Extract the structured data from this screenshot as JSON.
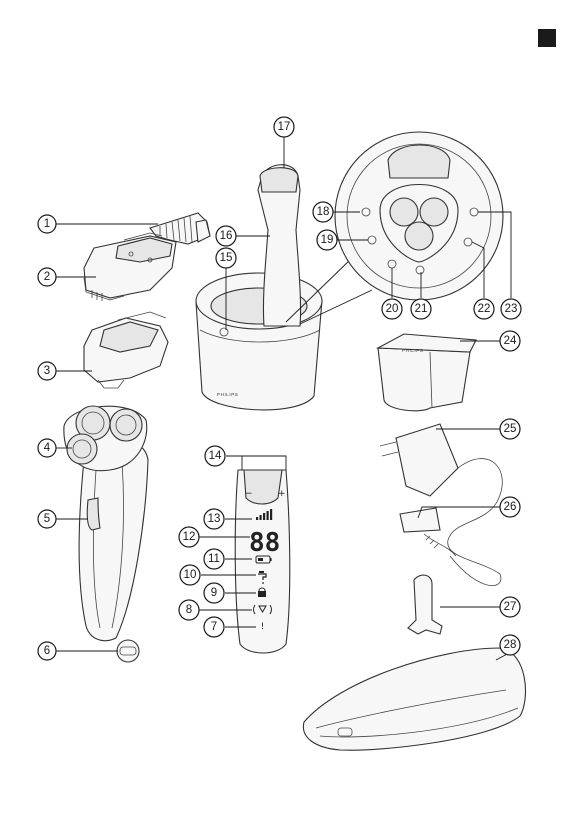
{
  "page": {
    "corner_tab_color": "#1a1a1a"
  },
  "brand_text": "PHILIPS",
  "display_digits": "88",
  "display_icons": {
    "battery": "battery-icon",
    "tap": "tap-icon",
    "lock": "lock-icon",
    "wireless": "wireless-icon",
    "warning": "!"
  },
  "callouts": [
    "1",
    "2",
    "3",
    "4",
    "5",
    "6",
    "7",
    "8",
    "9",
    "10",
    "11",
    "12",
    "13",
    "14",
    "15",
    "16",
    "17",
    "18",
    "19",
    "20",
    "21",
    "22",
    "23",
    "24",
    "25",
    "26",
    "27",
    "28"
  ],
  "shaver_buttons": {
    "minus": "−",
    "plus": "+"
  }
}
